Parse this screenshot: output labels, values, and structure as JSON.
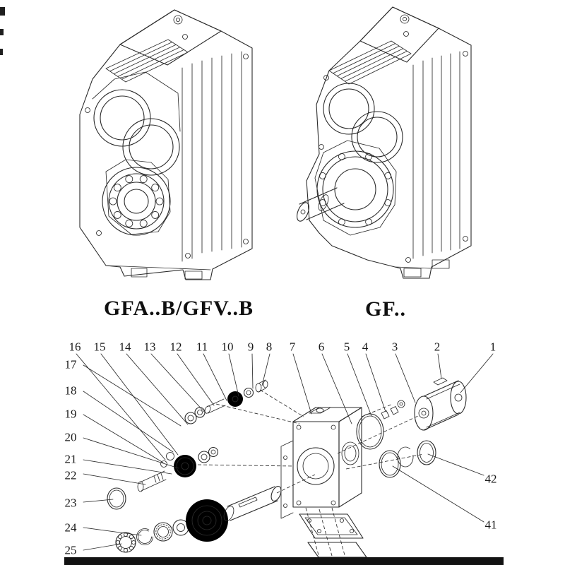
{
  "page": {
    "bg": "#ffffff",
    "ink": "#2b2b2b",
    "bar_color": "#121212"
  },
  "models": {
    "left": {
      "label": "GFA..B/GFV..B"
    },
    "right": {
      "label": "GF.."
    }
  },
  "exploded": {
    "callouts_top": [
      "16",
      "15",
      "14",
      "13",
      "12",
      "11",
      "10",
      "9",
      "8",
      "7",
      "6",
      "5",
      "4",
      "3",
      "2",
      "1"
    ],
    "callouts_left": [
      "17",
      "18",
      "19",
      "20",
      "21",
      "22",
      "23",
      "24",
      "25"
    ],
    "callouts_right": [
      "42",
      "41"
    ]
  }
}
